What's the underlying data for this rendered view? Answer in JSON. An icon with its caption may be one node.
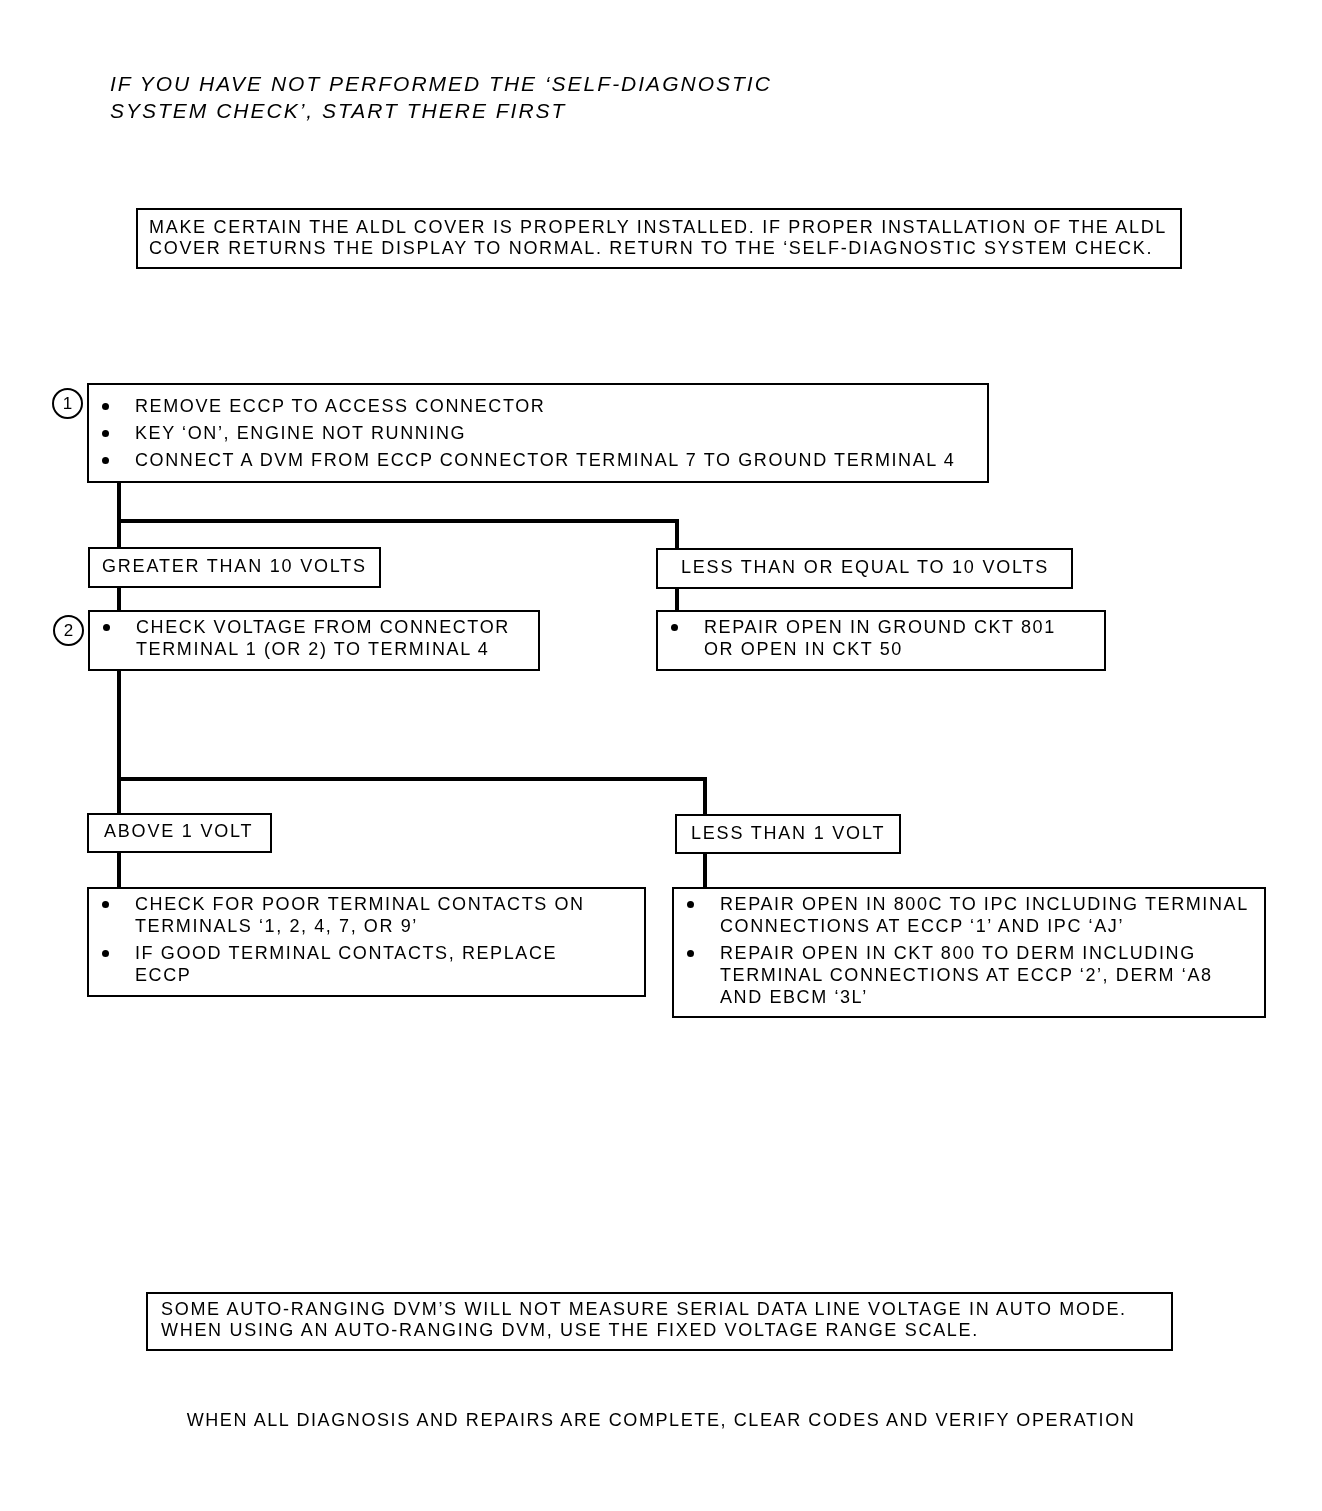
{
  "diagram": {
    "nodes": [
      {
        "text": [
          "MAKE CERTAIN THE ALDL COVER IS PROPERLY INSTALLED. IF PROPER INSTALLATION OF THE ALDL COVER RETURNS THE DISPLAY TO NORMAL. RETURN TO THE ‘SELF-DIAGNOSTIC SYSTEM CHECK."
        ]
      },
      {
        "text": [
          "REMOVE ECCP TO ACCESS CONNECTOR",
          "KEY ‘ON’, ENGINE NOT RUNNING",
          "CONNECT A DVM FROM ECCP CONNECTOR TERMINAL 7 TO GROUND TERMINAL 4"
        ],
        "beside": [
          "1"
        ]
      },
      {
        "text": [
          "GREATER THAN 10 VOLTS"
        ]
      },
      {
        "text": [
          "LESS THAN OR EQUAL TO 10 VOLTS"
        ]
      },
      {
        "text": [
          "CHECK VOLTAGE FROM CONNECTOR TERMINAL 1 (OR 2) TO TERMINAL 4"
        ],
        "beside": [
          "2"
        ]
      },
      {
        "text": [
          "REPAIR OPEN IN GROUND CKT 801 OR OPEN IN CKT 50"
        ]
      },
      {
        "text": [
          "ABOVE 1 VOLT"
        ]
      },
      {
        "text": [
          "LESS THAN 1 VOLT"
        ]
      },
      {
        "text": [
          "CHECK FOR POOR TERMINAL CONTACTS ON TERMINALS ‘1, 2, 4, 7, OR 9’",
          "IF GOOD TERMINAL CONTACTS, REPLACE ECCP"
        ]
      },
      {
        "text": [
          "REPAIR OPEN IN 800C TO IPC INCLUDING TERMINAL CONNECTIONS AT ECCP ‘1’ AND IPC ‘AJ’",
          "REPAIR OPEN IN CKT 800 TO DERM INCLUDING TERMINAL CONNECTIONS AT ECCP ‘2’, DERM ‘A8 AND EBCM ‘3L’"
        ]
      },
      {
        "text": [
          "SOME AUTO-RANGING DVM’S WILL NOT MEASURE SERIAL DATA LINE VOLTAGE IN AUTO MODE. WHEN USING AN AUTO-RANGING DVM, USE THE FIXED VOLTAGE RANGE SCALE."
        ]
      }
    ],
    "edges": [
      {
        "from": 1,
        "to": 2,
        "arrow": "none"
      },
      {
        "from": 1,
        "to": 3,
        "arrow": "none"
      },
      {
        "from": 2,
        "to": 4,
        "arrow": "none"
      },
      {
        "from": 3,
        "to": 5,
        "arrow": "none"
      },
      {
        "from": 4,
        "to": 6,
        "arrow": "none"
      },
      {
        "from": 4,
        "to": 7,
        "arrow": "none"
      },
      {
        "from": 6,
        "to": 8,
        "arrow": "none"
      },
      {
        "from": 7,
        "to": 9,
        "arrow": "none"
      }
    ],
    "labels": [
      "IF YOU HAVE NOT PERFORMED THE ‘SELF-DIAGNOSTIC SYSTEM CHECK’, START THERE FIRST",
      "WHEN ALL DIAGNOSIS AND REPAIRS ARE COMPLETE, CLEAR CODES AND VERIFY OPERATION"
    ]
  }
}
